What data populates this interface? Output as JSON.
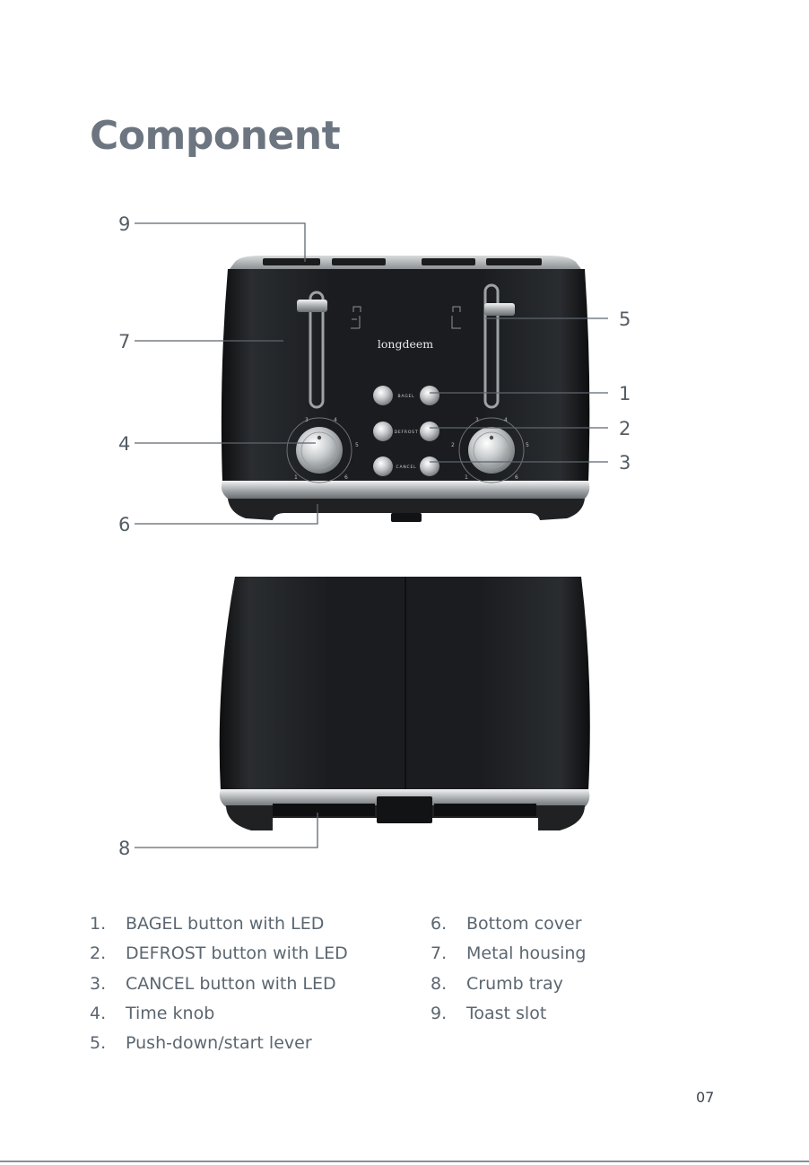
{
  "page": {
    "title": "Component",
    "page_number": "07"
  },
  "product": {
    "brand": "longdeem",
    "buttons": [
      "BAGEL",
      "DEFROST",
      "CANCEL"
    ],
    "dial_numbers": [
      "1",
      "2",
      "3",
      "4",
      "5",
      "6"
    ]
  },
  "callouts": [
    "9",
    "7",
    "4",
    "6",
    "5",
    "1",
    "2",
    "3",
    "8"
  ],
  "parts": {
    "left": [
      {
        "num": "1.",
        "label": "BAGEL button with LED"
      },
      {
        "num": "2.",
        "label": "DEFROST button with LED"
      },
      {
        "num": "3.",
        "label": "CANCEL button with LED"
      },
      {
        "num": "4.",
        "label": "Time knob"
      },
      {
        "num": "5.",
        "label": "Push-down/start lever"
      }
    ],
    "right": [
      {
        "num": "6.",
        "label": "Bottom cover"
      },
      {
        "num": "7.",
        "label": "Metal housing"
      },
      {
        "num": "8.",
        "label": "Crumb tray"
      },
      {
        "num": "9.",
        "label": "Toast slot"
      }
    ]
  },
  "colors": {
    "title": "#6c7580",
    "text": "#5b6670",
    "toaster_body": "#17191b",
    "chrome": "#c9ccce"
  }
}
